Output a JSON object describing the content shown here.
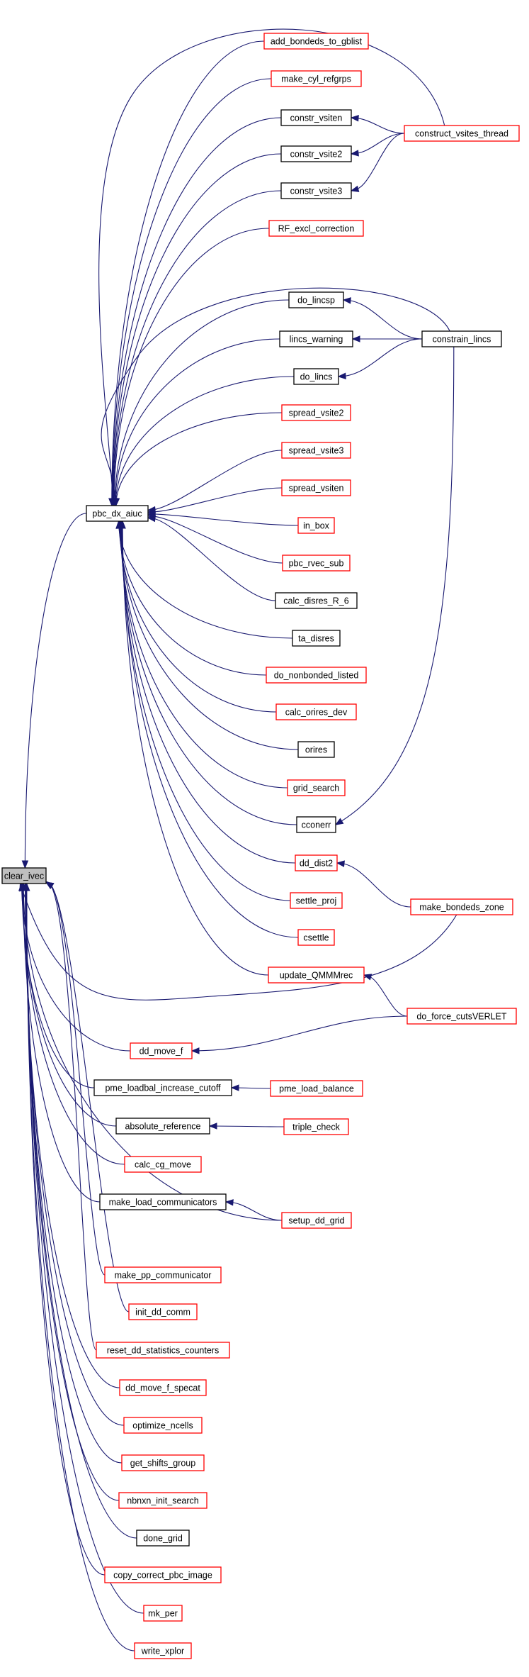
{
  "colors": {
    "edge": "#191970",
    "red_border": "#ff0000",
    "black_border": "#000000",
    "focus_fill": "#bfbfbf"
  },
  "nodes": [
    {
      "id": "clear_ivec",
      "label": "clear_ivec",
      "style": "focus"
    },
    {
      "id": "pbc_dx_aiuc",
      "label": "pbc_dx_aiuc",
      "style": "black"
    },
    {
      "id": "add_bondeds_to_gblist",
      "label": "add_bondeds_to_gblist",
      "style": "red"
    },
    {
      "id": "make_cyl_refgrps",
      "label": "make_cyl_refgrps",
      "style": "red"
    },
    {
      "id": "constr_vsiten",
      "label": "constr_vsiten",
      "style": "black"
    },
    {
      "id": "constr_vsite2",
      "label": "constr_vsite2",
      "style": "black"
    },
    {
      "id": "constr_vsite3",
      "label": "constr_vsite3",
      "style": "black"
    },
    {
      "id": "construct_vsites_thread",
      "label": "construct_vsites_thread",
      "style": "red"
    },
    {
      "id": "RF_excl_correction",
      "label": "RF_excl_correction",
      "style": "red"
    },
    {
      "id": "do_lincsp",
      "label": "do_lincsp",
      "style": "black"
    },
    {
      "id": "lincs_warning",
      "label": "lincs_warning",
      "style": "black"
    },
    {
      "id": "do_lincs",
      "label": "do_lincs",
      "style": "black"
    },
    {
      "id": "constrain_lincs",
      "label": "constrain_lincs",
      "style": "black"
    },
    {
      "id": "spread_vsite2",
      "label": "spread_vsite2",
      "style": "red"
    },
    {
      "id": "spread_vsite3",
      "label": "spread_vsite3",
      "style": "red"
    },
    {
      "id": "spread_vsiten",
      "label": "spread_vsiten",
      "style": "red"
    },
    {
      "id": "in_box",
      "label": "in_box",
      "style": "red"
    },
    {
      "id": "pbc_rvec_sub",
      "label": "pbc_rvec_sub",
      "style": "red"
    },
    {
      "id": "calc_disres_R_6",
      "label": "calc_disres_R_6",
      "style": "black"
    },
    {
      "id": "ta_disres",
      "label": "ta_disres",
      "style": "black"
    },
    {
      "id": "do_nonbonded_listed",
      "label": "do_nonbonded_listed",
      "style": "red"
    },
    {
      "id": "calc_orires_dev",
      "label": "calc_orires_dev",
      "style": "red"
    },
    {
      "id": "orires",
      "label": "orires",
      "style": "black"
    },
    {
      "id": "grid_search",
      "label": "grid_search",
      "style": "red"
    },
    {
      "id": "cconerr",
      "label": "cconerr",
      "style": "black"
    },
    {
      "id": "dd_dist2",
      "label": "dd_dist2",
      "style": "red"
    },
    {
      "id": "settle_proj",
      "label": "settle_proj",
      "style": "red"
    },
    {
      "id": "csettle",
      "label": "csettle",
      "style": "red"
    },
    {
      "id": "update_QMMMrec",
      "label": "update_QMMMrec",
      "style": "red"
    },
    {
      "id": "make_bondeds_zone",
      "label": "make_bondeds_zone",
      "style": "red"
    },
    {
      "id": "do_force_cutsVERLET",
      "label": "do_force_cutsVERLET",
      "style": "red"
    },
    {
      "id": "dd_move_f",
      "label": "dd_move_f",
      "style": "red"
    },
    {
      "id": "pme_loadbal_increase_cutoff",
      "label": "pme_loadbal_increase_cutoff",
      "style": "black"
    },
    {
      "id": "pme_load_balance",
      "label": "pme_load_balance",
      "style": "red"
    },
    {
      "id": "absolute_reference",
      "label": "absolute_reference",
      "style": "black"
    },
    {
      "id": "triple_check",
      "label": "triple_check",
      "style": "red"
    },
    {
      "id": "calc_cg_move",
      "label": "calc_cg_move",
      "style": "red"
    },
    {
      "id": "make_load_communicators",
      "label": "make_load_communicators",
      "style": "black"
    },
    {
      "id": "setup_dd_grid",
      "label": "setup_dd_grid",
      "style": "red"
    },
    {
      "id": "make_pp_communicator",
      "label": "make_pp_communicator",
      "style": "red"
    },
    {
      "id": "init_dd_comm",
      "label": "init_dd_comm",
      "style": "red"
    },
    {
      "id": "reset_dd_statistics_counters",
      "label": "reset_dd_statistics_counters",
      "style": "red"
    },
    {
      "id": "dd_move_f_specat",
      "label": "dd_move_f_specat",
      "style": "red"
    },
    {
      "id": "optimize_ncells",
      "label": "optimize_ncells",
      "style": "red"
    },
    {
      "id": "get_shifts_group",
      "label": "get_shifts_group",
      "style": "red"
    },
    {
      "id": "nbnxn_init_search",
      "label": "nbnxn_init_search",
      "style": "red"
    },
    {
      "id": "done_grid",
      "label": "done_grid",
      "style": "black"
    },
    {
      "id": "copy_correct_pbc_image",
      "label": "copy_correct_pbc_image",
      "style": "red"
    },
    {
      "id": "mk_per",
      "label": "mk_per",
      "style": "red"
    },
    {
      "id": "write_xplor",
      "label": "write_xplor",
      "style": "red"
    }
  ],
  "edges": [
    {
      "from": "pbc_dx_aiuc",
      "to": "clear_ivec"
    },
    {
      "from": "add_bondeds_to_gblist",
      "to": "pbc_dx_aiuc"
    },
    {
      "from": "make_cyl_refgrps",
      "to": "pbc_dx_aiuc"
    },
    {
      "from": "constr_vsiten",
      "to": "pbc_dx_aiuc"
    },
    {
      "from": "constr_vsite2",
      "to": "pbc_dx_aiuc"
    },
    {
      "from": "constr_vsite3",
      "to": "pbc_dx_aiuc"
    },
    {
      "from": "construct_vsites_thread",
      "to": "pbc_dx_aiuc"
    },
    {
      "from": "construct_vsites_thread",
      "to": "constr_vsiten"
    },
    {
      "from": "construct_vsites_thread",
      "to": "constr_vsite2"
    },
    {
      "from": "construct_vsites_thread",
      "to": "constr_vsite3"
    },
    {
      "from": "RF_excl_correction",
      "to": "pbc_dx_aiuc"
    },
    {
      "from": "do_lincsp",
      "to": "pbc_dx_aiuc"
    },
    {
      "from": "lincs_warning",
      "to": "pbc_dx_aiuc"
    },
    {
      "from": "do_lincs",
      "to": "pbc_dx_aiuc"
    },
    {
      "from": "constrain_lincs",
      "to": "pbc_dx_aiuc"
    },
    {
      "from": "constrain_lincs",
      "to": "do_lincsp"
    },
    {
      "from": "constrain_lincs",
      "to": "lincs_warning"
    },
    {
      "from": "constrain_lincs",
      "to": "do_lincs"
    },
    {
      "from": "constrain_lincs",
      "to": "cconerr"
    },
    {
      "from": "spread_vsite2",
      "to": "pbc_dx_aiuc"
    },
    {
      "from": "spread_vsite3",
      "to": "pbc_dx_aiuc"
    },
    {
      "from": "spread_vsiten",
      "to": "pbc_dx_aiuc"
    },
    {
      "from": "in_box",
      "to": "pbc_dx_aiuc"
    },
    {
      "from": "pbc_rvec_sub",
      "to": "pbc_dx_aiuc"
    },
    {
      "from": "calc_disres_R_6",
      "to": "pbc_dx_aiuc"
    },
    {
      "from": "ta_disres",
      "to": "pbc_dx_aiuc"
    },
    {
      "from": "do_nonbonded_listed",
      "to": "pbc_dx_aiuc"
    },
    {
      "from": "calc_orires_dev",
      "to": "pbc_dx_aiuc"
    },
    {
      "from": "orires",
      "to": "pbc_dx_aiuc"
    },
    {
      "from": "grid_search",
      "to": "pbc_dx_aiuc"
    },
    {
      "from": "cconerr",
      "to": "pbc_dx_aiuc"
    },
    {
      "from": "dd_dist2",
      "to": "pbc_dx_aiuc"
    },
    {
      "from": "make_bondeds_zone",
      "to": "dd_dist2"
    },
    {
      "from": "settle_proj",
      "to": "pbc_dx_aiuc"
    },
    {
      "from": "csettle",
      "to": "pbc_dx_aiuc"
    },
    {
      "from": "update_QMMMrec",
      "to": "pbc_dx_aiuc"
    },
    {
      "from": "do_force_cutsVERLET",
      "to": "update_QMMMrec"
    },
    {
      "from": "make_bondeds_zone",
      "to": "clear_ivec"
    },
    {
      "from": "dd_move_f",
      "to": "clear_ivec"
    },
    {
      "from": "do_force_cutsVERLET",
      "to": "dd_move_f"
    },
    {
      "from": "pme_loadbal_increase_cutoff",
      "to": "clear_ivec"
    },
    {
      "from": "pme_load_balance",
      "to": "pme_loadbal_increase_cutoff"
    },
    {
      "from": "absolute_reference",
      "to": "clear_ivec"
    },
    {
      "from": "triple_check",
      "to": "absolute_reference"
    },
    {
      "from": "calc_cg_move",
      "to": "clear_ivec"
    },
    {
      "from": "make_load_communicators",
      "to": "clear_ivec"
    },
    {
      "from": "setup_dd_grid",
      "to": "make_load_communicators"
    },
    {
      "from": "setup_dd_grid",
      "to": "clear_ivec"
    },
    {
      "from": "make_pp_communicator",
      "to": "clear_ivec"
    },
    {
      "from": "init_dd_comm",
      "to": "clear_ivec"
    },
    {
      "from": "reset_dd_statistics_counters",
      "to": "clear_ivec"
    },
    {
      "from": "dd_move_f_specat",
      "to": "clear_ivec"
    },
    {
      "from": "optimize_ncells",
      "to": "clear_ivec"
    },
    {
      "from": "get_shifts_group",
      "to": "clear_ivec"
    },
    {
      "from": "nbnxn_init_search",
      "to": "clear_ivec"
    },
    {
      "from": "done_grid",
      "to": "clear_ivec"
    },
    {
      "from": "copy_correct_pbc_image",
      "to": "clear_ivec"
    },
    {
      "from": "mk_per",
      "to": "clear_ivec"
    },
    {
      "from": "write_xplor",
      "to": "clear_ivec"
    }
  ]
}
